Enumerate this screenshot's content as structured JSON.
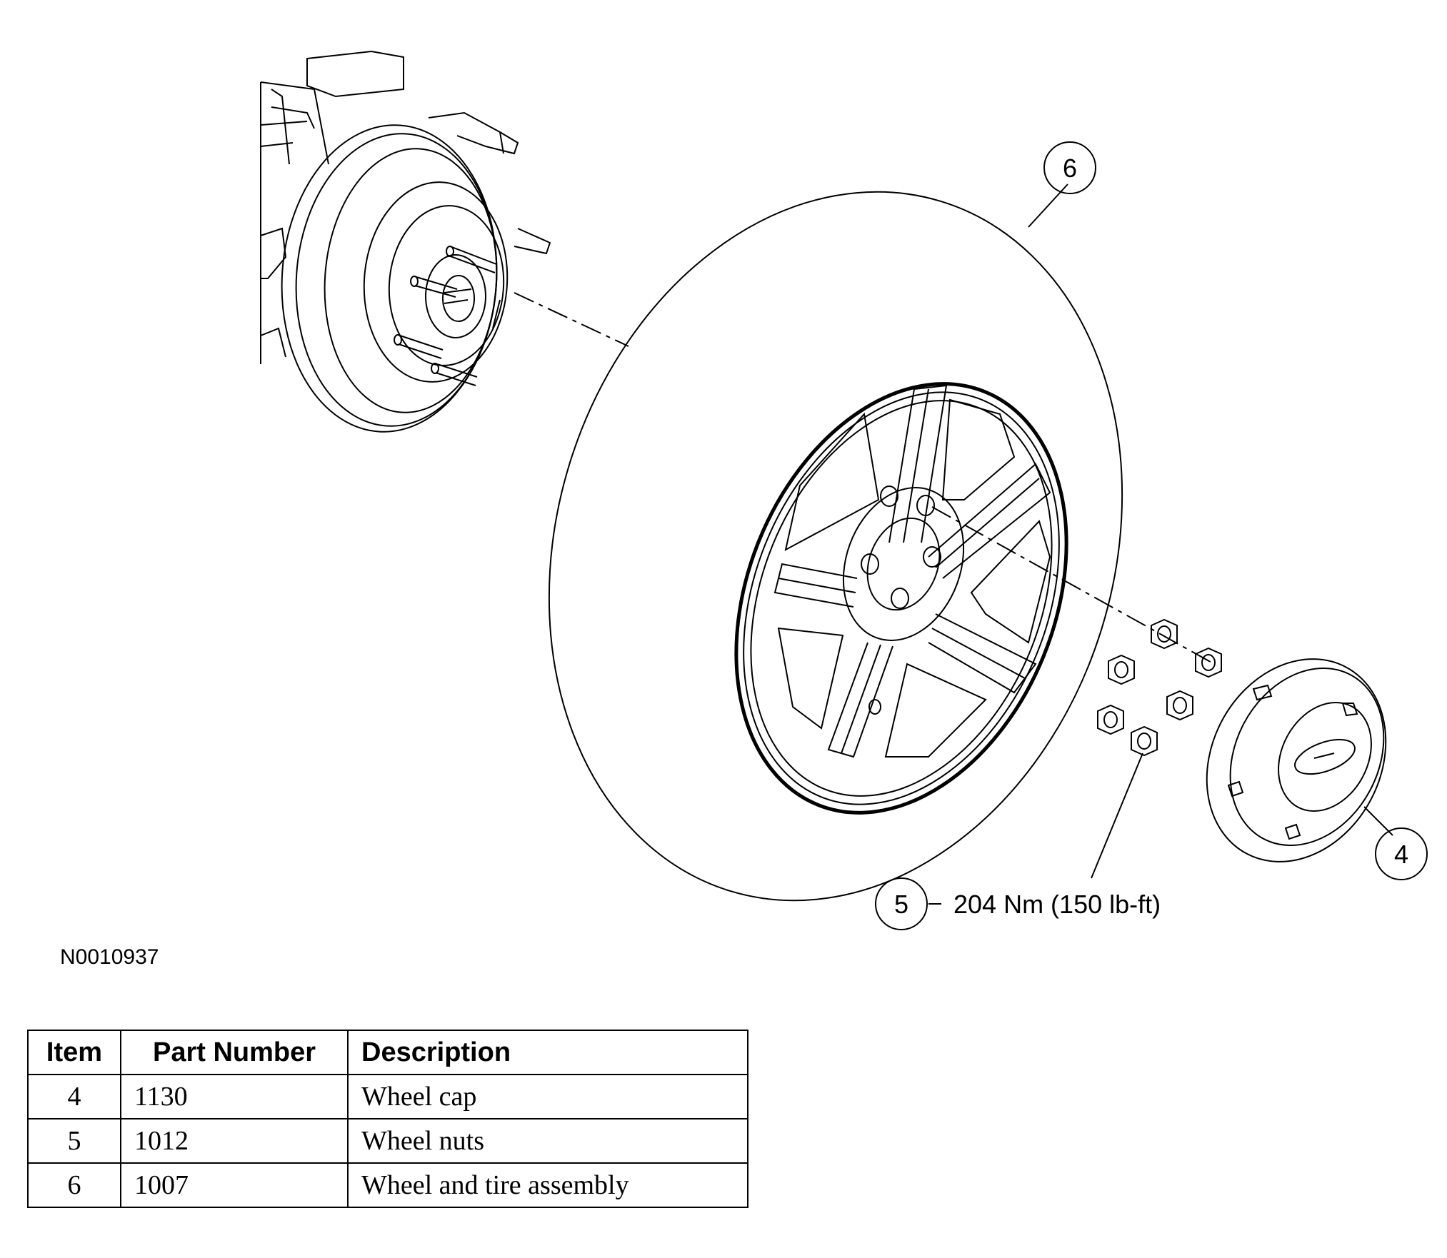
{
  "callouts": {
    "tire": "6",
    "cap": "4",
    "nuts": "5"
  },
  "torque": "204 Nm (150 lb-ft)",
  "figure_id": "N0010937",
  "table": {
    "headers": [
      "Item",
      "Part Number",
      "Description"
    ],
    "rows": [
      [
        "4",
        "1130",
        "Wheel cap"
      ],
      [
        "5",
        "1012",
        "Wheel nuts"
      ],
      [
        "6",
        "1007",
        "Wheel and tire assembly"
      ]
    ]
  }
}
